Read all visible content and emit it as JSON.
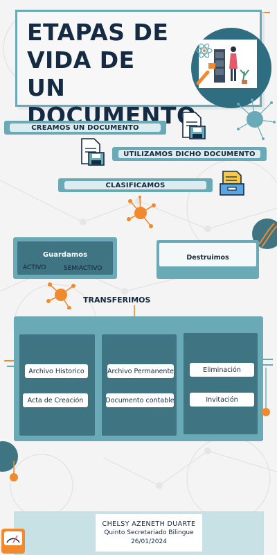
{
  "title": "ETAPAS DE VIDA DE UN DOCUMENTO",
  "steps": {
    "create": "CREAMOS UN DOCUMENTO",
    "use": "UTILIZAMOS DICHO DOCUMENTO",
    "classify": "CLASIFICAMOS"
  },
  "keep": {
    "heading": "Guardamos",
    "active": "ACTIVO",
    "semiactive": "SEMIACTIVO"
  },
  "destroy": {
    "heading": "Destruimos"
  },
  "transfer": {
    "heading": "TRANSFERIMOS",
    "columns": [
      {
        "items": [
          "Archivo Historico",
          "Acta de Creación"
        ]
      },
      {
        "items": [
          "Archivo Permanente",
          "Documento contable"
        ]
      },
      {
        "items": [
          "Eliminación",
          "Invitación"
        ]
      }
    ]
  },
  "footer": {
    "name": "CHELSY AZENETH DUARTE",
    "course": "Quinto Secretariado Bilingue",
    "date": "26/01/2024"
  },
  "colors": {
    "teal": "#6aaab6",
    "dark_teal": "#3f7583",
    "orange": "#f08a2c",
    "navy": "#152b44"
  }
}
